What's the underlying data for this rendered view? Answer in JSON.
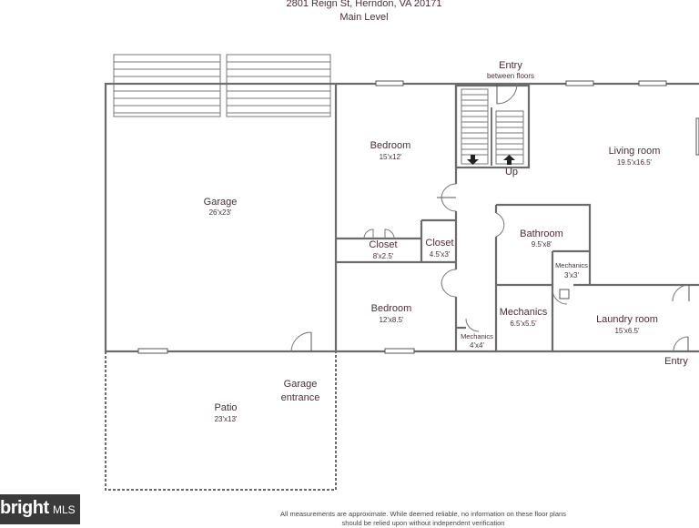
{
  "header": {
    "address": "2801 Reign St, Herndon, VA 20171",
    "level": "Main Level"
  },
  "rooms": {
    "garage": {
      "name": "Garage",
      "dim": "26'x23'"
    },
    "patio": {
      "name": "Patio",
      "dim": "23'x13'"
    },
    "bedroom1": {
      "name": "Bedroom",
      "dim": "15'x12'"
    },
    "bedroom2": {
      "name": "Bedroom",
      "dim": "12'x8.5'"
    },
    "closet1": {
      "name": "Closet",
      "dim": "8'x2.5'"
    },
    "closet2": {
      "name": "Closet",
      "dim": "4.5'x3'"
    },
    "living": {
      "name": "Living room",
      "dim": "19.5'x16.5'"
    },
    "bathroom": {
      "name": "Bathroom",
      "dim": "9.5'x8'"
    },
    "mech_small": {
      "name": "Mechanics",
      "dim": "3'x3'"
    },
    "mech_mid": {
      "name": "Mechanics",
      "dim": "6.5'x5.5'"
    },
    "mech_tiny": {
      "name": "Mechanics",
      "dim": "4'x4'"
    },
    "laundry": {
      "name": "Laundry room",
      "dim": "15'x6.5'"
    }
  },
  "labels": {
    "entry_top": "Entry",
    "between_floors": "between floors",
    "up": "Up",
    "garage_entrance_1": "Garage",
    "garage_entrance_2": "entrance",
    "entry_right": "Entry"
  },
  "footer": {
    "brand": "bright",
    "mls": "MLS",
    "disclaimer_1": "All measurements are approximate. While deemed reliable, no information on these floor plans",
    "disclaimer_2": "should be relied upon without independent verification"
  }
}
